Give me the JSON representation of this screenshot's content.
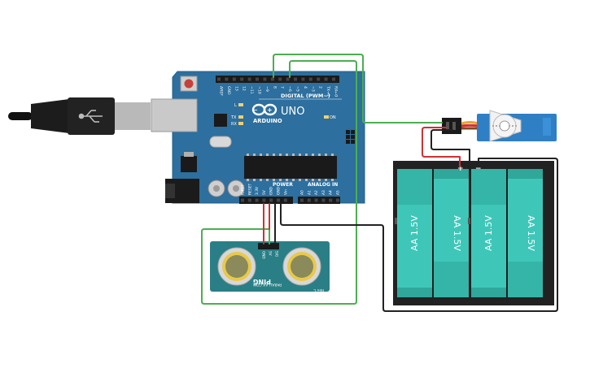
{
  "arduino": {
    "logo_text": "ARDUINO",
    "model": "UNO",
    "digital_label": "DIGITAL (PWM~)",
    "power_label": "POWER",
    "analog_label": "ANALOG IN",
    "on_label": "ON",
    "led_l": "L",
    "led_tx": "TX",
    "led_rx": "RX",
    "digital_pins": [
      "AREF",
      "GND",
      "13",
      "12",
      "~11",
      "~10",
      "~9",
      "8",
      "7",
      "~6",
      "~5",
      "4",
      "~3",
      "2",
      "TX→1",
      "RX←0"
    ],
    "power_pins": [
      "IOREF",
      "RESET",
      "3.3V",
      "5V",
      "GND",
      "GND",
      "Vin"
    ],
    "analog_pins": [
      "A0",
      "A1",
      "A2",
      "A3",
      "A4",
      "A5"
    ]
  },
  "sensor": {
    "brand": "PING",
    "pins": [
      "GND",
      "5V",
      "SIG"
    ],
    "subtext": "PARALLAX.COM",
    "rev": "Rev C"
  },
  "battery": {
    "cells": [
      "AA 1.5V",
      "AA 1.5V",
      "AA 1.5V",
      "AA 1.5V"
    ],
    "plus": "+",
    "minus": "−"
  },
  "colors": {
    "board": "#2d6f9e",
    "wire_green": "#4caf50",
    "wire_red": "#d32f2f",
    "wire_black": "#222222",
    "battery_cell": "#3ec7b8",
    "sensor_board": "#2a7f86",
    "servo_body": "#2f7fc4"
  }
}
